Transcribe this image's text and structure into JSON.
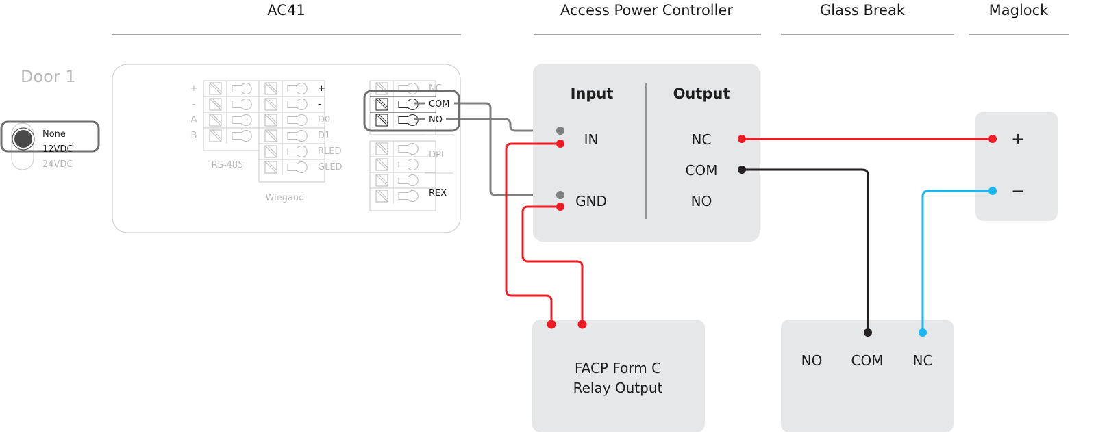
{
  "headers": {
    "ac41": "AC41",
    "apc": "Access Power Controller",
    "glass_break": "Glass Break",
    "maglock": "Maglock"
  },
  "door": {
    "title": "Door 1",
    "options": [
      "None",
      "12VDC",
      "24VDC"
    ],
    "selected": "None"
  },
  "ac41": {
    "rs485": {
      "caption": "RS-485",
      "labels": [
        "+",
        "-",
        "A",
        "B"
      ]
    },
    "wiegand": {
      "caption": "Wiegand",
      "labels": [
        "+",
        "-",
        "D0",
        "D1",
        "RLED",
        "GLED"
      ]
    },
    "relay": {
      "labels": [
        "NC",
        "COM",
        "NO"
      ],
      "highlighted": [
        "COM",
        "NO"
      ]
    },
    "inputs": {
      "labels": [
        "DPI",
        "REX"
      ]
    }
  },
  "apc": {
    "input_title": "Input",
    "output_title": "Output",
    "inputs": [
      "IN",
      "GND"
    ],
    "outputs": [
      "NC",
      "COM",
      "NO"
    ]
  },
  "facp": {
    "line1": "FACP Form C",
    "line2": "Relay Output"
  },
  "glass_break": {
    "terminals": [
      "NO",
      "COM",
      "NC"
    ]
  },
  "maglock": {
    "terminals": [
      "+",
      "−"
    ]
  },
  "colors": {
    "red_wire": "#ee1c25",
    "gray_wire": "#808080",
    "black_wire": "#231f20",
    "blue_wire": "#1ab7f0",
    "panel_bg": "#e6e7e9"
  },
  "wires": [
    {
      "from": "AC41 Relay COM",
      "to": "APC GND",
      "color": "gray"
    },
    {
      "from": "AC41 Relay NO",
      "to": "APC IN",
      "color": "gray"
    },
    {
      "from": "FACP Relay Output",
      "to": "APC IN",
      "color": "red"
    },
    {
      "from": "FACP Relay Output",
      "to": "APC GND",
      "color": "red"
    },
    {
      "from": "APC Output NC",
      "to": "Maglock +",
      "color": "red"
    },
    {
      "from": "APC Output COM",
      "to": "Glass Break COM",
      "color": "black"
    },
    {
      "from": "Glass Break NC",
      "to": "Maglock −",
      "color": "blue"
    }
  ]
}
